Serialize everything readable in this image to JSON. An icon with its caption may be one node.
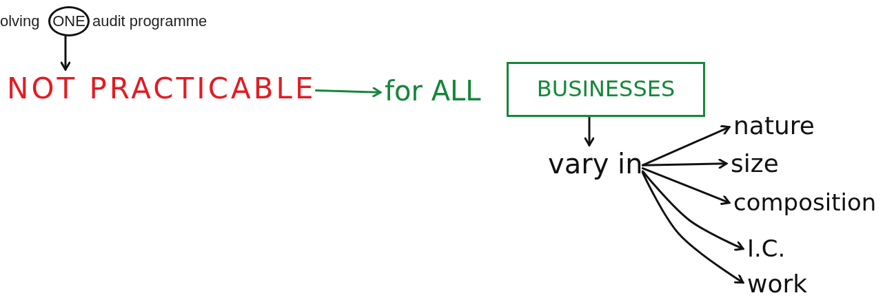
{
  "diagram": {
    "nodes": [
      {
        "text": [
          "ONE"
        ]
      },
      {
        "text": [
          "NOT PRACTICABLE"
        ]
      },
      {
        "text": [
          "for ALL"
        ]
      },
      {
        "text": [
          "BUSINESSES"
        ]
      },
      {
        "text": [
          "vary in"
        ]
      },
      {
        "text": [
          "nature"
        ]
      },
      {
        "text": [
          "size"
        ]
      },
      {
        "text": [
          "composition"
        ]
      },
      {
        "text": [
          "I.C."
        ]
      },
      {
        "text": [
          "work"
        ]
      }
    ],
    "edges": [
      {
        "from": 0,
        "to": 1,
        "arrow": "to"
      },
      {
        "from": 1,
        "to": 2,
        "arrow": "to",
        "color": "#14873a"
      },
      {
        "from": 3,
        "to": 4,
        "arrow": "to"
      },
      {
        "from": 4,
        "to": 5,
        "arrow": "to"
      },
      {
        "from": 4,
        "to": 6,
        "arrow": "to"
      },
      {
        "from": 4,
        "to": 7,
        "arrow": "to"
      },
      {
        "from": 4,
        "to": 8,
        "arrow": "to"
      },
      {
        "from": 4,
        "to": 9,
        "arrow": "to"
      }
    ],
    "labels": [
      "olving",
      "audit programme"
    ]
  }
}
